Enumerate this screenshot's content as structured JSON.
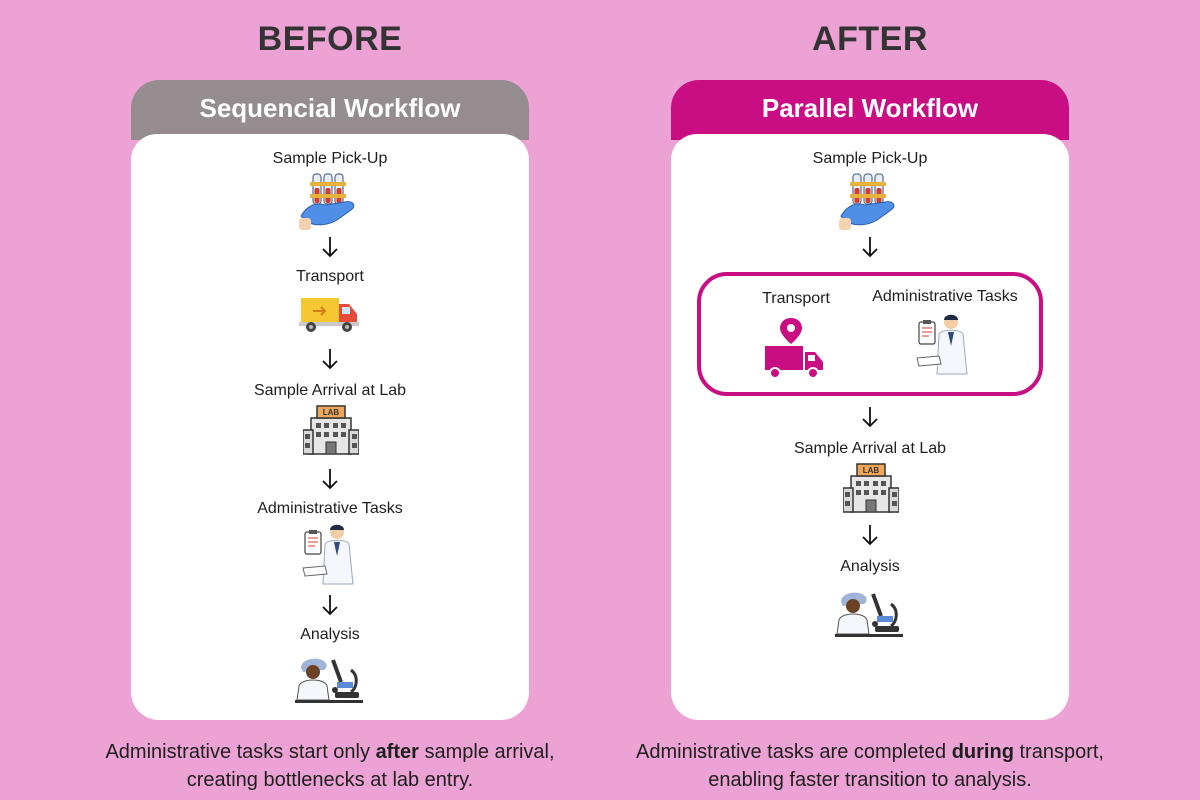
{
  "before": {
    "title": "BEFORE",
    "header": "Sequencial Workflow",
    "steps": [
      "Sample Pick-Up",
      "Transport",
      "Sample Arrival at Lab",
      "Administrative Tasks",
      "Analysis"
    ],
    "caption_pre": "Administrative tasks start only ",
    "caption_bold": "after",
    "caption_post": " sample arrival, creating bottlenecks at lab entry."
  },
  "after": {
    "title": "AFTER",
    "header": "Parallel Workflow",
    "steps": [
      "Sample Pick-Up",
      "Transport",
      "Administrative Tasks",
      "Sample Arrival at Lab",
      "Analysis"
    ],
    "caption_pre": "Administrative tasks are completed ",
    "caption_bold": "during",
    "caption_post": " transport, enabling faster transition to analysis."
  },
  "icons": {
    "pickup": "gloved-hand-test-tubes-icon",
    "transport_before": "delivery-truck-icon",
    "transport_after": "truck-location-pin-icon",
    "lab": "lab-building-icon",
    "admin": "doctor-clipboard-icon",
    "analysis": "scientist-microscope-icon"
  },
  "colors": {
    "background": "#eca2d5",
    "before_header": "#948c8f",
    "after_header": "#c80e82",
    "accent": "#c80e82"
  },
  "lab_sign": "LAB"
}
